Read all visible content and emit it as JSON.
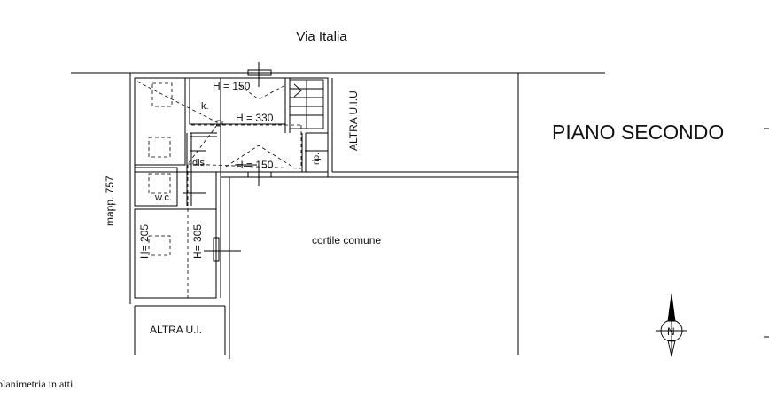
{
  "street": "Via Italia",
  "floor_title": "PIANO SECONDO",
  "parcel": "mapp. 757",
  "courtyard": "cortile comune",
  "neighbor_right": "ALTRA U.I.U",
  "neighbor_bottom": "ALTRA U.I.",
  "rooms": {
    "kitchen": "k.",
    "corridor": "dis.",
    "bathroom": "w.c.",
    "storage": "rip."
  },
  "heights": {
    "top": "H = 150",
    "middle": "H = 330",
    "lower": "H = 150",
    "left_room": "H= 205",
    "right_room": "H= 305"
  },
  "north_label": "N",
  "footer": "planimetria in atti"
}
